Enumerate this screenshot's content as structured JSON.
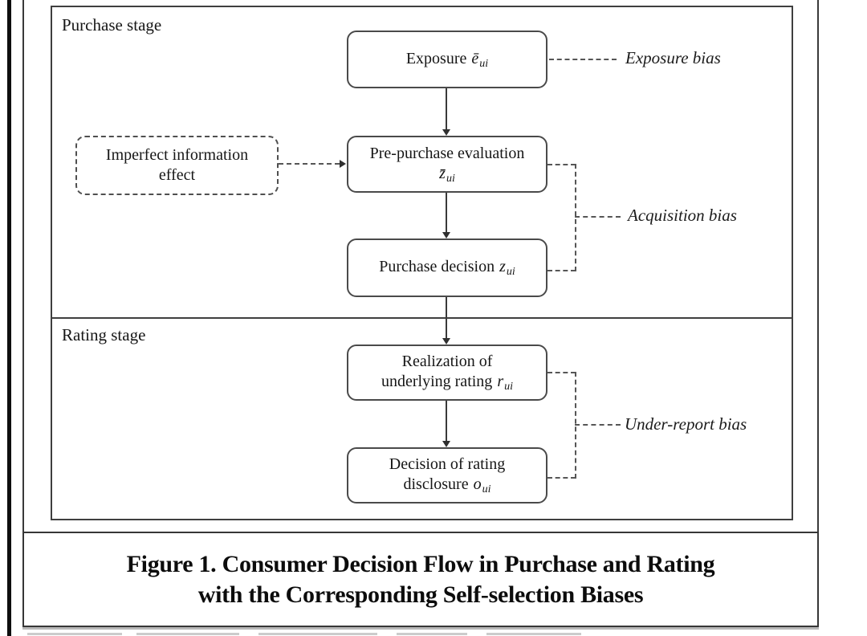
{
  "figure": {
    "purchase_stage_label": "Purchase stage",
    "rating_stage_label": "Rating stage",
    "nodes": {
      "exposure": {
        "text": "Exposure",
        "symbol": "ē",
        "sub": "ui"
      },
      "imperfect_information": {
        "line1": "Imperfect information",
        "line2": "effect"
      },
      "pre_purchase": {
        "line1": "Pre-purchase evaluation",
        "symbol": "z̄",
        "sub": "ui"
      },
      "purchase_decision": {
        "text": "Purchase decision",
        "symbol": "z",
        "sub": "ui"
      },
      "realization": {
        "line1": "Realization of",
        "line2": "underlying rating",
        "symbol": "r",
        "sub": "ui"
      },
      "disclosure": {
        "line1": "Decision of rating",
        "line2": "disclosure",
        "symbol": "o",
        "sub": "ui"
      }
    },
    "biases": {
      "exposure_bias": "Exposure bias",
      "acquisition_bias": "Acquisition bias",
      "under_report_bias": "Under-report bias"
    },
    "caption": {
      "line1": "Figure 1. Consumer Decision Flow in Purchase and Rating",
      "line2": "with the Corresponding Self-selection Biases"
    }
  },
  "colors": {
    "line": "#3f3f3f",
    "dashed_line": "#565656",
    "text": "#1a1a1a",
    "background": "#ffffff"
  }
}
